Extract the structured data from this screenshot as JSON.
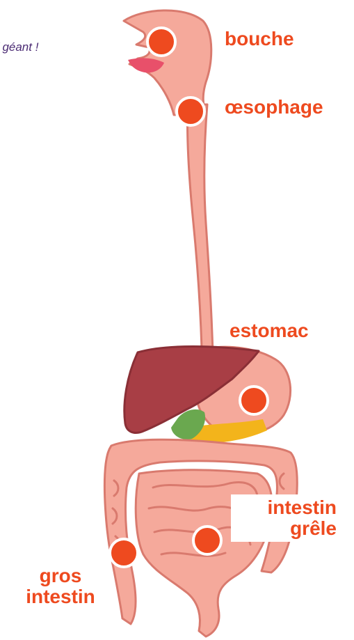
{
  "caption": "f géant !",
  "colors": {
    "organ_pink": "#f5a99b",
    "organ_outline": "#d97a6e",
    "liver": "#a83e45",
    "gallbladder": "#6aa84f",
    "pancreas": "#f3b41b",
    "tongue": "#e8506a",
    "marker": "#ee4a1f",
    "label": "#ee4a1f",
    "caption": "#4a2a73"
  },
  "labels": {
    "bouche": "bouche",
    "oesophage": "œsophage",
    "estomac": "estomac",
    "intestin_grele": [
      "intestin",
      "grêle"
    ],
    "gros_intestin": [
      "gros",
      "intestin"
    ]
  }
}
